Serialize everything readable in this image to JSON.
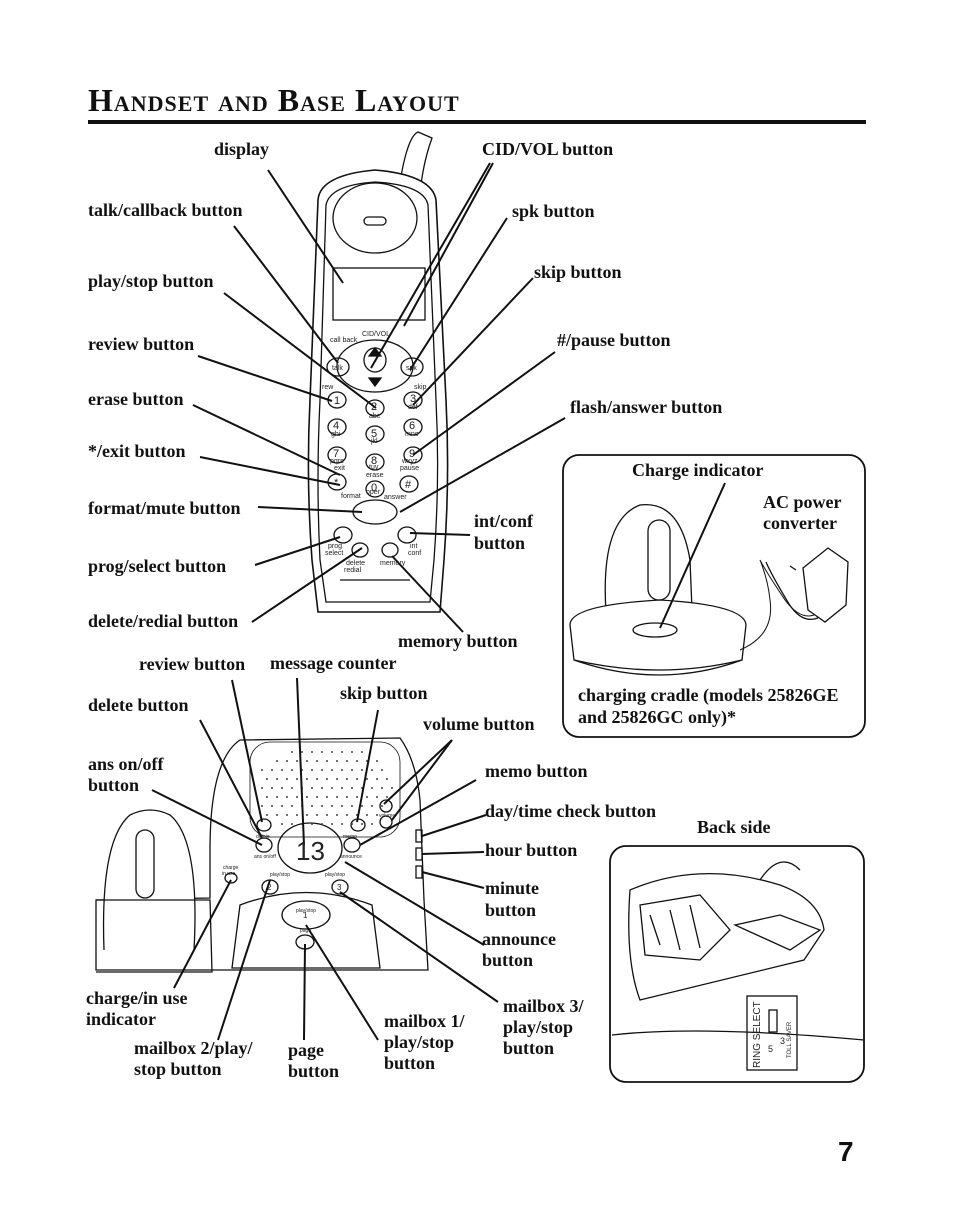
{
  "title": "Handset and Base Layout",
  "page_number": "7",
  "handset_labels": {
    "display": "display",
    "talk_callback": "talk/callback button",
    "play_stop": "play/stop button",
    "review": "review button",
    "erase": "erase button",
    "star_exit": "*/exit button",
    "format_mute": "format/mute button",
    "prog_select": "prog/select button",
    "delete_redial": "delete/redial button",
    "cid_vol": "CID/VOL button",
    "spk": "spk button",
    "skip": "skip button",
    "pound_pause": "#/pause button",
    "flash_answer": "flash/answer button",
    "int_conf_1": "int/conf",
    "int_conf_2": "button",
    "memory": "memory button"
  },
  "cradle_labels": {
    "charge_indicator": "Charge indicator",
    "ac_power_1": "AC power",
    "ac_power_2": "converter",
    "cradle_caption_1": "charging cradle (models 25826GE",
    "cradle_caption_2": "and 25826GC only)*"
  },
  "base_labels": {
    "review": "review button",
    "message_counter": "message counter",
    "skip": "skip button",
    "delete": "delete button",
    "volume": "volume button",
    "ans_onoff_1": "ans on/off",
    "ans_onoff_2": "button",
    "memo": "memo button",
    "daytime": "day/time check button",
    "hour": "hour button",
    "minute_1": "minute",
    "minute_2": "button",
    "announce_1": "announce",
    "announce_2": "button",
    "charge_inuse_1": "charge/in use",
    "charge_inuse_2": "indicator",
    "mailbox2_1": "mailbox 2/play/",
    "mailbox2_2": "stop button",
    "page_1": "page",
    "page_2": "button",
    "mailbox1_1": "mailbox 1/",
    "mailbox1_2": "play/stop",
    "mailbox1_3": "button",
    "mailbox3_1": "mailbox 3/",
    "mailbox3_2": "play/stop",
    "mailbox3_3": "button"
  },
  "back_labels": {
    "back_side": "Back side",
    "ring_select": "RING SELECT",
    "toll_saver": "TOLL SAVER",
    "opt5": "5",
    "opt3": "3"
  },
  "device_text": {
    "cid_vol": "CID/VOL",
    "call_back": "call back",
    "talk": "talk",
    "spk": "spk",
    "rew": "rew",
    "skip": "skip",
    "k1": "1",
    "k2": "2",
    "k3": "3",
    "k4": "4",
    "k5": "5",
    "k6": "6",
    "k7": "7",
    "k8": "8",
    "k9": "9",
    "k0": "0",
    "kstar": "*",
    "kpound": "#",
    "abc": "abc",
    "def": "def",
    "ghi": "ghi",
    "jkl": "jkl",
    "mno": "mno",
    "pqrs": "pqrs",
    "tuv": "tuv",
    "wxyz": "wxyz",
    "exit": "exit",
    "erase": "erase",
    "pause": "pause",
    "format": "format",
    "answer": "answer",
    "oper": "oper",
    "prog": "prog",
    "select": "select",
    "int": "int",
    "conf": "conf",
    "delete": "delete",
    "redial": "redial",
    "memory": "memory",
    "counter": "13",
    "delete_b": "delete",
    "memo_b": "memo",
    "ans_onoff_b": "ans on/off",
    "announce_b": "announce",
    "volume_b": "volume",
    "charge_b": "charge",
    "inuse_b": "in use",
    "playstop_b": "play/stop",
    "page_b": "page",
    "m1": "1",
    "m2": "2",
    "m3": "3"
  }
}
